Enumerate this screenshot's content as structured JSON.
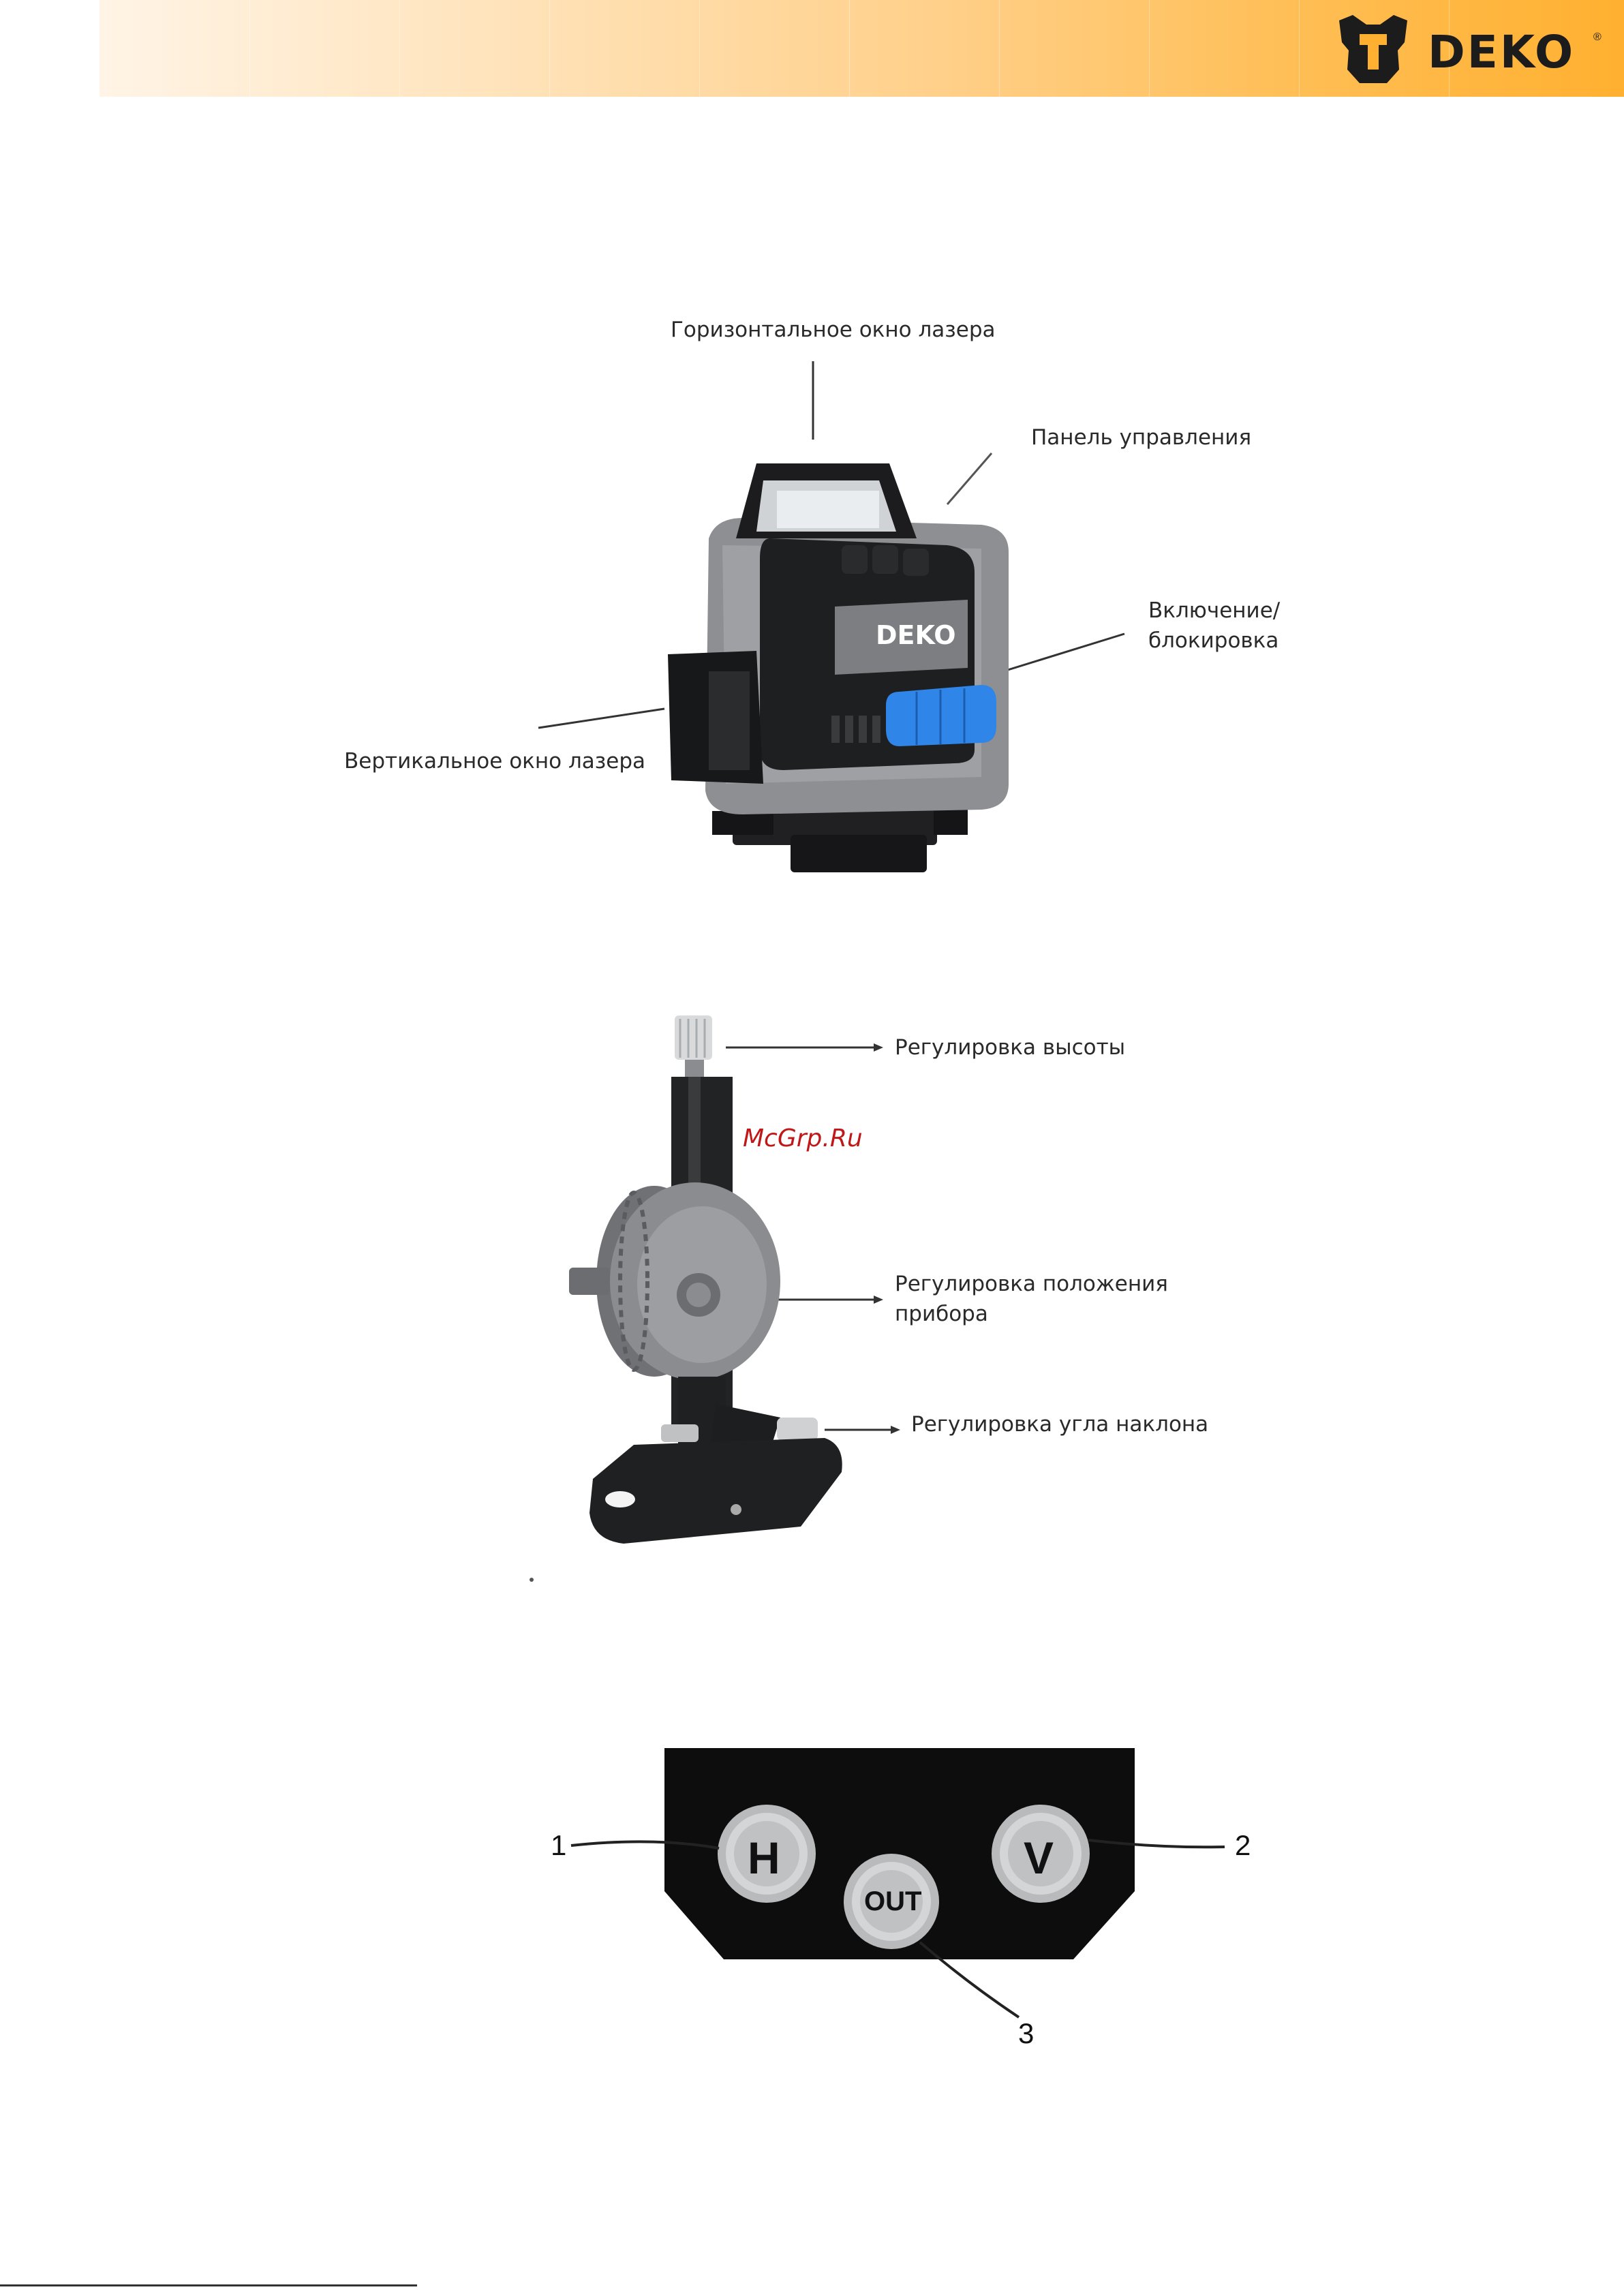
{
  "header": {
    "brand": "DEKO",
    "brand_mark": "®",
    "colors": {
      "band_light": "#fff4e6",
      "band_dark": "#ffb030"
    }
  },
  "figure1": {
    "device_logo": "DEKO",
    "labels": {
      "horizontal_window": "Горизонтальное окно лазера",
      "control_panel": "Панель управления",
      "power_lock": "Включение/ блокировка",
      "vertical_window": "Вертикальное окно лазера"
    },
    "colors": {
      "body": "#8a8c90",
      "frame": "#1c1c1e",
      "accent": "#2f86e8"
    }
  },
  "figure2": {
    "labels": {
      "height_adjust": "Регулировка высоты",
      "position_adjust": "Регулировка положения прибора",
      "tilt_adjust": "Регулировка угла наклона"
    }
  },
  "watermark": "McGrp.Ru",
  "figure3": {
    "buttons": {
      "h": "H",
      "out": "OUT",
      "v": "V"
    },
    "callouts": {
      "one": "1",
      "two": "2",
      "three": "3"
    }
  }
}
